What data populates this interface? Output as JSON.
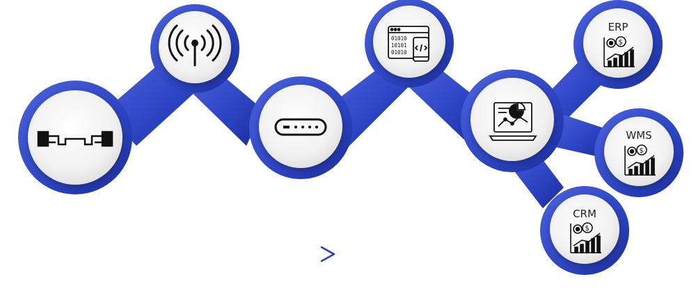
{
  "colors": {
    "accent": "#2f47c8",
    "accent_dark": "#1f34a8",
    "disc": "#f2f2f2",
    "icon_stroke": "#111111",
    "arrow": "#2a3fb8"
  },
  "flow": {
    "arrow_icon": "right-arrow-icon"
  },
  "nodes": [
    {
      "id": "rfid-tag",
      "icon": "rfid-tag-icon",
      "label": ""
    },
    {
      "id": "antenna",
      "icon": "antenna-icon",
      "label": ""
    },
    {
      "id": "reader",
      "icon": "rfid-reader-icon",
      "label": ""
    },
    {
      "id": "middleware",
      "icon": "software-code-icon",
      "label": ""
    },
    {
      "id": "analytics",
      "icon": "analytics-dashboard-icon",
      "label": ""
    },
    {
      "id": "erp",
      "icon": "business-chart-icon",
      "label": "ERP"
    },
    {
      "id": "wms",
      "icon": "business-chart-icon",
      "label": "WMS"
    },
    {
      "id": "crm",
      "icon": "business-chart-icon",
      "label": "CRM"
    }
  ]
}
